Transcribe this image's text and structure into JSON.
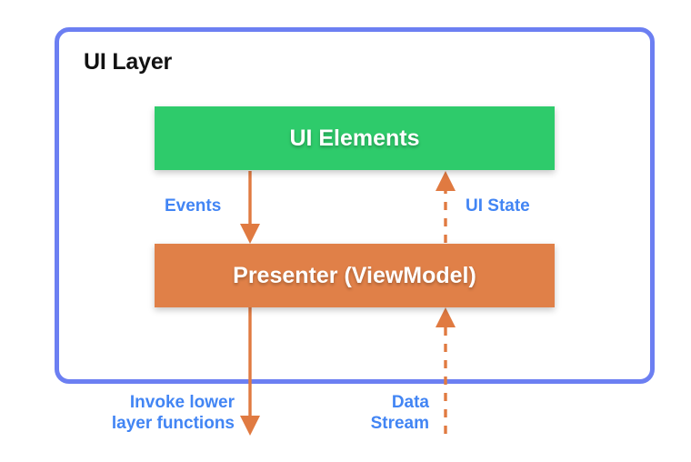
{
  "diagram": {
    "title": "UI Layer",
    "colors": {
      "frame_border": "#6c7ff2",
      "ui_elements_fill": "#2ecb6b",
      "presenter_fill": "#e08048",
      "arrow": "#e07a41",
      "label_text": "#4285f4",
      "title_text": "#121212",
      "node_text": "#ffffff",
      "background": "#ffffff"
    },
    "nodes": [
      {
        "id": "ui-elements",
        "label": "UI Elements"
      },
      {
        "id": "presenter",
        "label": "Presenter (ViewModel)"
      }
    ],
    "edges": [
      {
        "id": "events",
        "label": "Events",
        "from": "ui-elements",
        "to": "presenter",
        "style": "solid",
        "direction": "down"
      },
      {
        "id": "ui-state",
        "label": "UI State",
        "from": "presenter",
        "to": "ui-elements",
        "style": "dashed",
        "direction": "up"
      },
      {
        "id": "invoke-lower-layer",
        "label": "Invoke lower\nlayer functions",
        "from": "presenter",
        "to": "lower-layer",
        "style": "solid",
        "direction": "down"
      },
      {
        "id": "data-stream",
        "label": "Data\nStream",
        "from": "lower-layer",
        "to": "presenter",
        "style": "dashed",
        "direction": "up"
      }
    ]
  }
}
